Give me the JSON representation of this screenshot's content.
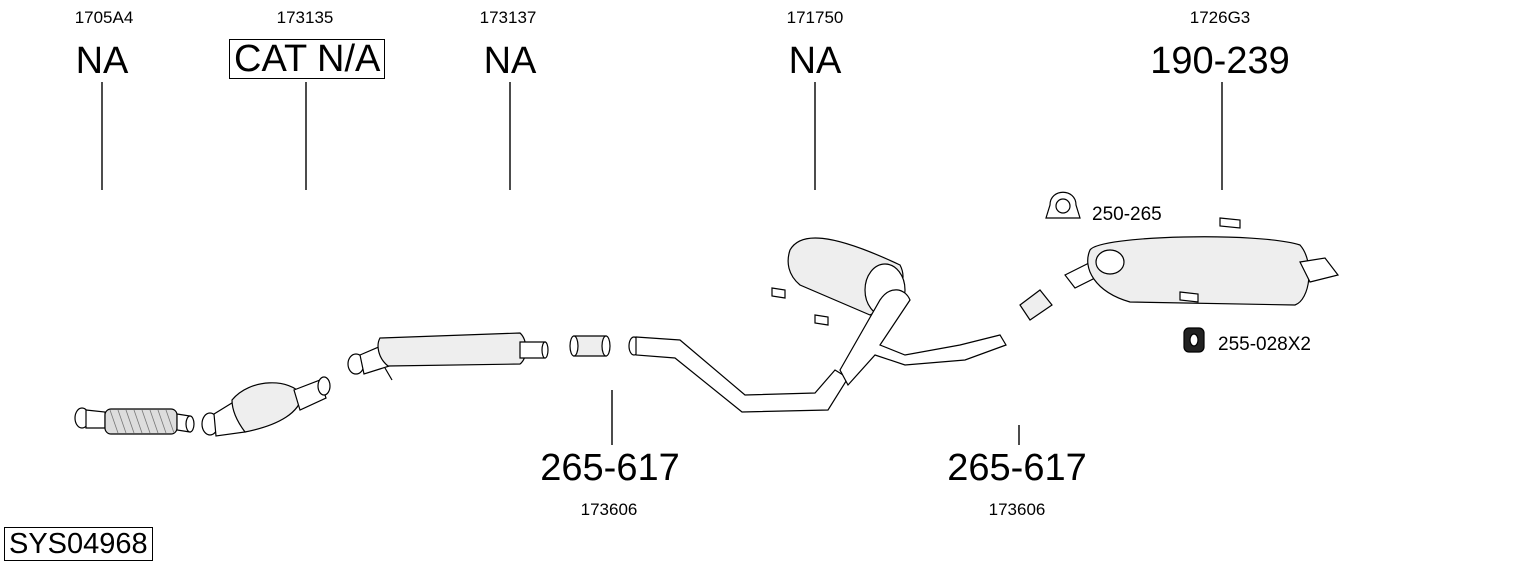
{
  "diagram": {
    "system_code": "SYS04968",
    "parts": [
      {
        "part_no": "1705A4",
        "label": "NA"
      },
      {
        "part_no": "173135",
        "label": "CAT N/A"
      },
      {
        "part_no": "173137",
        "label": "NA"
      },
      {
        "part_no": "171750",
        "label": "NA"
      },
      {
        "part_no": "1726G3",
        "label": "190-239"
      }
    ],
    "lower_parts": [
      {
        "part_no": "173606",
        "label": "265-617"
      },
      {
        "part_no": "173606",
        "label": "265-617"
      }
    ],
    "accessories": [
      {
        "label": "250-265",
        "icon": "clamp-icon"
      },
      {
        "label": "255-028X2",
        "icon": "rubber-hanger-icon"
      }
    ]
  }
}
